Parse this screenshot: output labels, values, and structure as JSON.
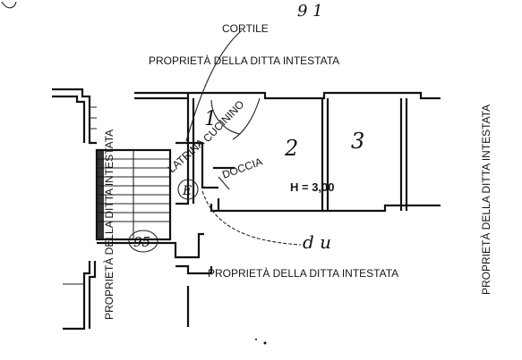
{
  "labels": {
    "cortile": "CORTILE",
    "top_number": "9 1",
    "owner_top": "PROPRIETÀ DELLA DITTA INTESTATA",
    "owner_left": "PROPRIETÀ DELLA DITTA INTESTATA",
    "owner_bottom": "PROPRIETÀ DELLA DITTA INTESTATA",
    "owner_right": "PROPRIETÀ DELLA DITTA INTESTATA",
    "cucinino": "CUCININO",
    "latrina": "LATRINA",
    "doccia": "DOCCIA",
    "room_1": "1",
    "room_2": "2",
    "room_3": "3",
    "height": "H = 3,00",
    "circle_95": "95",
    "circle_e": "E",
    "handwritten": "d u"
  }
}
